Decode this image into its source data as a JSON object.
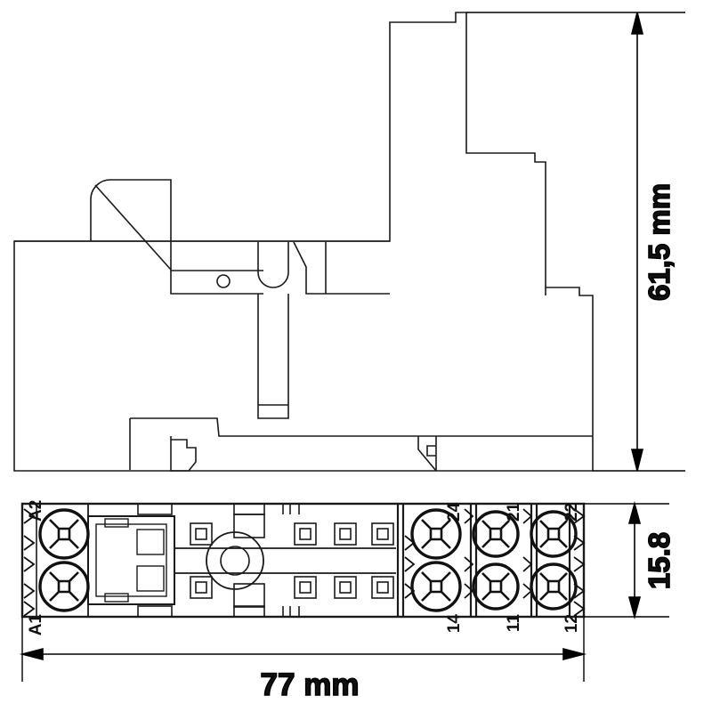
{
  "drawing": {
    "title": "",
    "line_color": "#1a1a1a",
    "fill_color": "#ffffff",
    "dimension_color": "#000000"
  },
  "dimensions": {
    "height": {
      "label": "61,5 mm",
      "value": 61.5,
      "unit": "mm",
      "orientation": "vertical"
    },
    "depth": {
      "label": "15.8",
      "value": 15.8,
      "unit": "mm",
      "orientation": "vertical"
    },
    "width": {
      "label": "77 mm",
      "value": 77,
      "unit": "mm",
      "orientation": "horizontal"
    }
  },
  "views": {
    "side_view": {
      "name": "side-elevation"
    },
    "bottom_view": {
      "name": "terminal-plan"
    }
  },
  "terminals": {
    "left": [
      {
        "id": "A2",
        "label": "A2",
        "position": "top-left"
      },
      {
        "id": "A1",
        "label": "A1",
        "position": "bottom-left"
      }
    ],
    "right": [
      {
        "id": "24",
        "label": "24",
        "position": "top"
      },
      {
        "id": "14",
        "label": "14",
        "position": "bottom"
      },
      {
        "id": "21",
        "label": "21",
        "position": "top"
      },
      {
        "id": "11",
        "label": "11",
        "position": "bottom"
      },
      {
        "id": "22",
        "label": "22",
        "position": "top"
      },
      {
        "id": "12",
        "label": "12",
        "position": "bottom"
      }
    ]
  }
}
